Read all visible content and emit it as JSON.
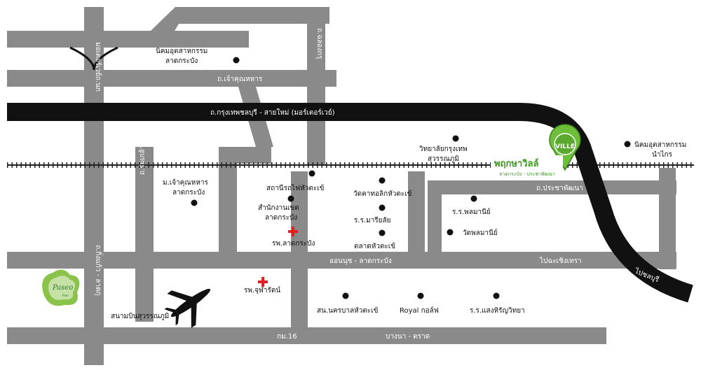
{
  "roads": {
    "motorway": "ถ.กรุงเทพชลบุรี - สายใหม่ (มอร์เตอร์เวย์)",
    "to_chonburi": "ไปชลบุรี",
    "chaokhunthahan": "ถ.เจ้าคุณหหาร",
    "ring_road": "มอเตอร์เวย์ถ.นก",
    "chalongkrung": "ถ.ฉลองกรุ",
    "romklao": "ถ.ร่มเกล้า",
    "kingkaew": "ถ.กิ่งแก้ว - ลาดกุ",
    "pracha_phatthana": "ถ.ประชาพัฒนา",
    "onnut_latkrabang": "ออนนุช - ลาดกระบัง",
    "to_chachoengsao": "ไปฉะเชิงเทรา",
    "km16": "กม.16",
    "bangna_trat": "บางนา - ตราด"
  },
  "places": {
    "ind_estate_lk_1": "นิคมอุตสาหกรรม",
    "ind_estate_lk_2": "ลาดกระบัง",
    "krungthep_college_1": "วิทยาลัยกรุงเทพ",
    "krungthep_college_2": "สุวรรณภูมิ",
    "namai_estate_1": "นิคมอุตสาหกรรม",
    "namai_estate_2": "นำไกร",
    "chaokhun_village_1": "ม.เจ้าคุณหหาร",
    "chaokhun_village_2": "ลาดกระบัง",
    "huatakhe_station": "สถานีรถไฟหัวตะเข้",
    "district_office_1": "สำนักงานเขต",
    "district_office_2": "ลาดกระบัง",
    "wat_huatakhe": "วัดคาทอลิกหัวตะเข้",
    "marialai_school": "ร.ร.มารียลัย",
    "huatakhe_market": "ตลาดหัวตะเข้",
    "ponlamanee_school": "ร.ร.พลมานีย์",
    "wat_ponlamanee": "วัดพลมานีย์",
    "latkrabang_hospital": "รพ.ลาดกระบัง",
    "chularat_hospital": "รพ.จุฬารัตน์",
    "huatakhe_municipality": "สน.นครบาลหัวตะเข้",
    "royal_golf": "Royal กอล์ฟ",
    "saengharin_school": "ร.ร.แสงหิรัญวิทยา",
    "suvarnabhumi_airport": "สนามบินสุวรรณภูมิ",
    "paseo_logo": "Paseo",
    "paseo_logo_sub": "Park"
  },
  "project": {
    "pin_text": "VILLE",
    "name": "พฤกษาวิลล์",
    "subtitle": "ลาดกระบัง - ประชาพัฒนา"
  }
}
